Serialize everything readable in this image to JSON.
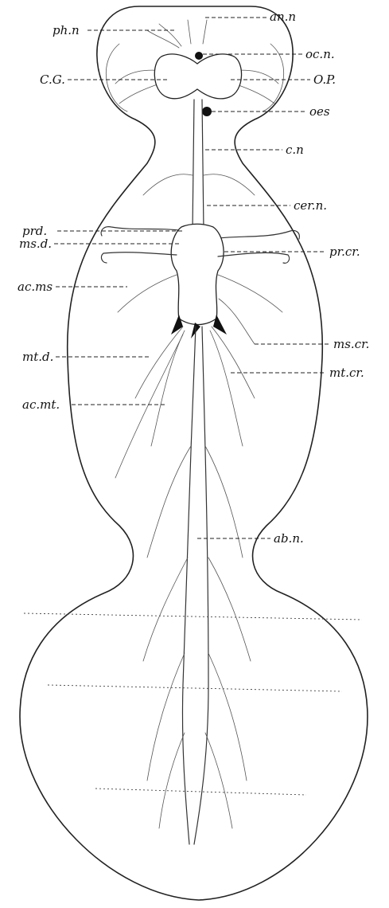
{
  "labels": {
    "an_n": "an.n",
    "ph_n": "ph.n",
    "oc_n": "oc.n.",
    "cg": "C.G.",
    "op": "O.P.",
    "oes": "oes",
    "c_n": "c.n",
    "cer_n": "cer.n.",
    "prd": "prd.",
    "pr_cr": "pr.cr.",
    "ms_d": "ms.d.",
    "ac_ms": "ac.ms",
    "ms_cr": "ms.cr.",
    "mt_d": "mt.d.",
    "mt_cr": "mt.cr.",
    "ac_mt": "ac.mt.",
    "ab_n": "ab.n."
  }
}
